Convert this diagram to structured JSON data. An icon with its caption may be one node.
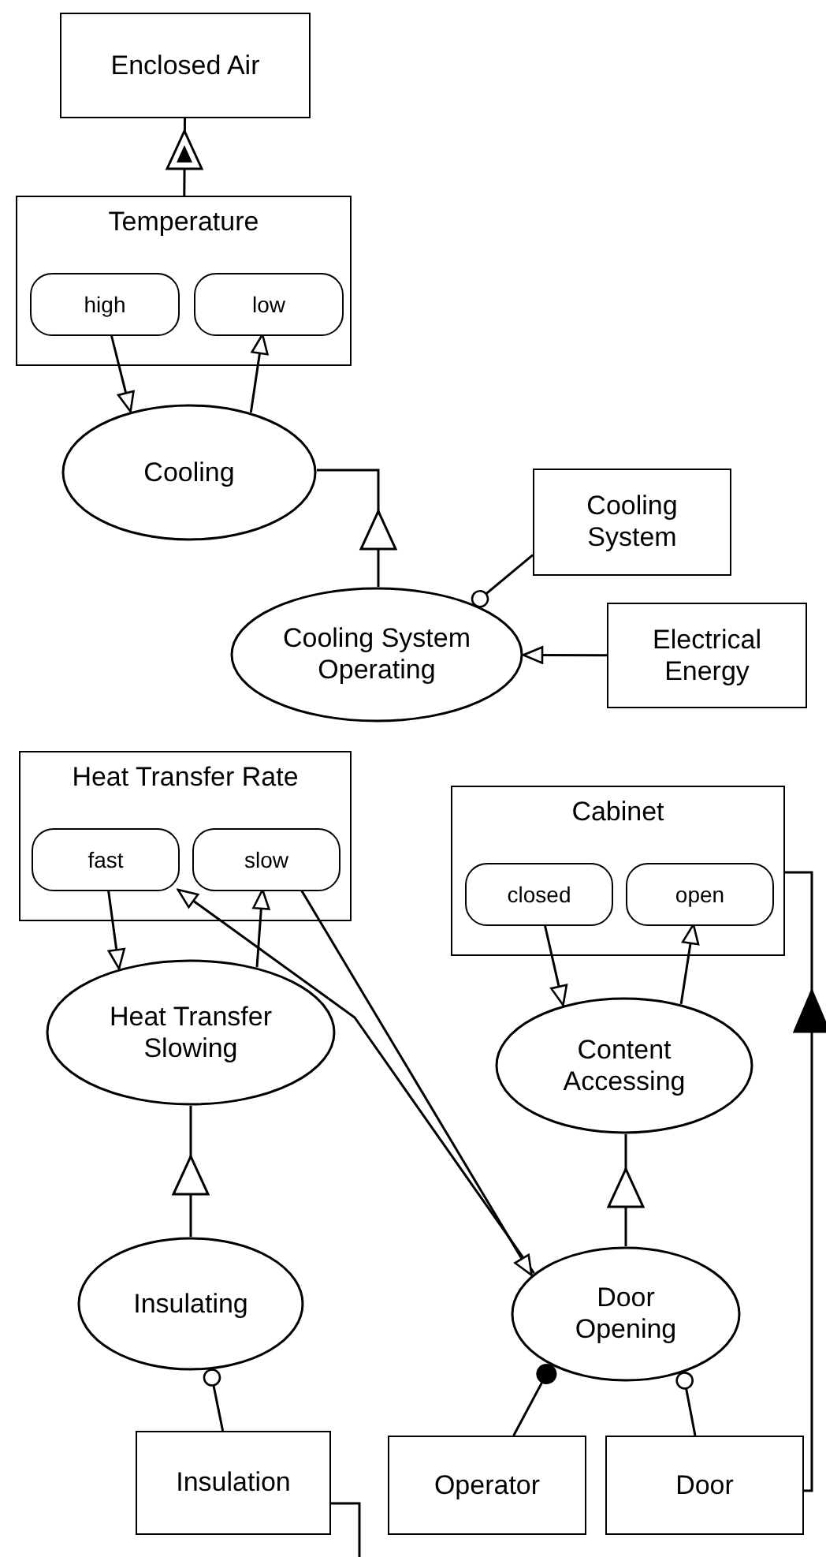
{
  "diagram": {
    "nodes": [
      {
        "text": [
          "Enclosed Air"
        ]
      },
      {
        "text": [
          "Temperature"
        ]
      },
      {
        "text": [
          "high"
        ],
        "in": 1
      },
      {
        "text": [
          "low"
        ],
        "in": 1
      },
      {
        "text": [
          "Cooling"
        ]
      },
      {
        "text": [
          "Cooling System"
        ]
      },
      {
        "text": [
          "Cooling System Operating"
        ]
      },
      {
        "text": [
          "Electrical Energy"
        ]
      },
      {
        "text": [
          "Heat Transfer Rate"
        ]
      },
      {
        "text": [
          "fast"
        ],
        "in": 8
      },
      {
        "text": [
          "slow"
        ],
        "in": 8
      },
      {
        "text": [
          "Cabinet"
        ]
      },
      {
        "text": [
          "closed"
        ],
        "in": 11
      },
      {
        "text": [
          "open"
        ],
        "in": 11
      },
      {
        "text": [
          "Heat Transfer Slowing"
        ]
      },
      {
        "text": [
          "Content Accessing"
        ]
      },
      {
        "text": [
          "Insulating"
        ]
      },
      {
        "text": [
          "Door Opening"
        ]
      },
      {
        "text": [
          "Insulation"
        ]
      },
      {
        "text": [
          "Operator"
        ]
      },
      {
        "text": [
          "Door"
        ]
      }
    ],
    "edges": [
      {
        "from": 1,
        "to": 0,
        "arrow": "to"
      },
      {
        "from": 2,
        "to": 4,
        "arrow": "to"
      },
      {
        "from": 4,
        "to": 3,
        "arrow": "to"
      },
      {
        "from": 6,
        "to": 4,
        "arrow": "to"
      },
      {
        "from": 5,
        "to": 6,
        "arrow": "other"
      },
      {
        "from": 7,
        "to": 6,
        "arrow": "to"
      },
      {
        "from": 9,
        "to": 14,
        "arrow": "to"
      },
      {
        "from": 14,
        "to": 10,
        "arrow": "to"
      },
      {
        "from": 17,
        "to": 9,
        "arrow": "to"
      },
      {
        "from": 10,
        "to": 17,
        "arrow": "to"
      },
      {
        "from": 12,
        "to": 15,
        "arrow": "to"
      },
      {
        "from": 15,
        "to": 13,
        "arrow": "to"
      },
      {
        "from": 17,
        "to": 15,
        "arrow": "to"
      },
      {
        "from": 16,
        "to": 14,
        "arrow": "to"
      },
      {
        "from": 18,
        "to": 16,
        "arrow": "other"
      },
      {
        "from": 19,
        "to": 17,
        "arrow": "other"
      },
      {
        "from": 20,
        "to": 17,
        "arrow": "other"
      },
      {
        "from": 20,
        "to": 11,
        "arrow": "to"
      },
      {
        "from": 18,
        "to": null,
        "arrow": "none"
      }
    ]
  }
}
